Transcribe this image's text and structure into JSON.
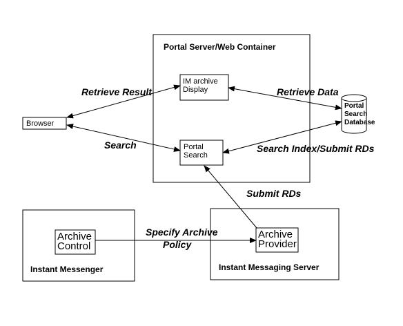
{
  "containers": {
    "portal_server": "Portal Server/Web Container",
    "instant_messenger": "Instant Messenger",
    "messaging_server": "Instant Messaging Server"
  },
  "nodes": {
    "browser": "Browser",
    "im_archive_display": [
      "IM archive",
      "Display"
    ],
    "portal_search": [
      "Portal",
      "Search"
    ],
    "archive_control": [
      "Archive",
      "Control"
    ],
    "archive_provider": [
      "Archive",
      "Provider"
    ],
    "database": [
      "Portal",
      "Search",
      "Database"
    ]
  },
  "edges": {
    "retrieve_result": "Retrieve Result",
    "search": "Search",
    "retrieve_data": "Retrieve Data",
    "search_index": "Search Index/Submit RDs",
    "submit_rds": "Submit RDs",
    "specify_policy": [
      "Specify Archive",
      "Policy"
    ]
  }
}
